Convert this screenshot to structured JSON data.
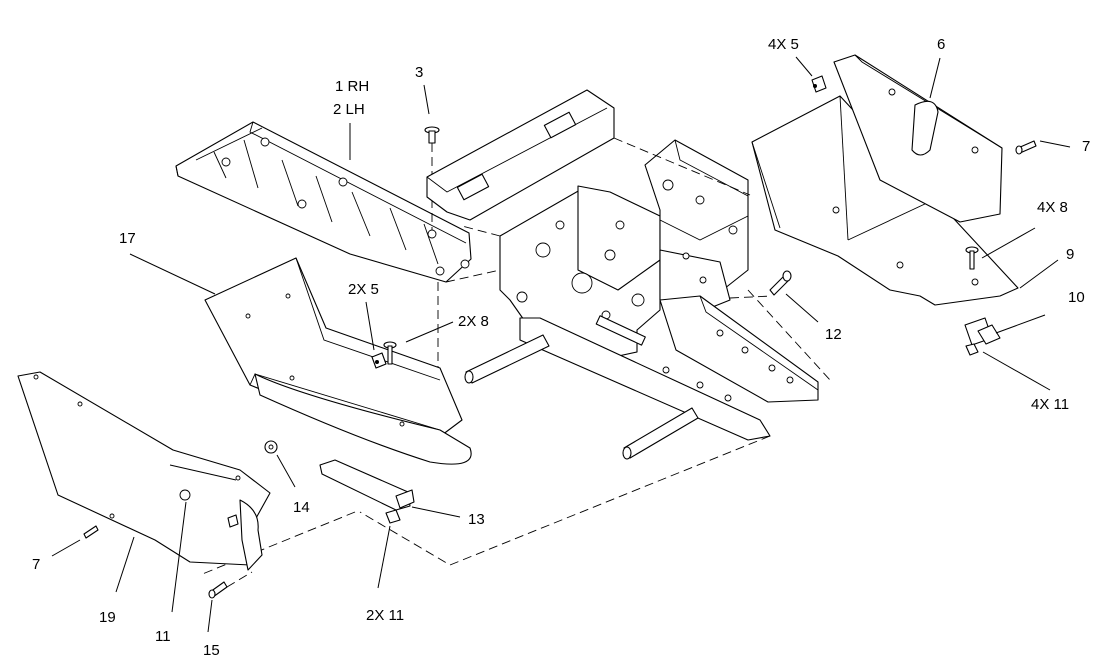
{
  "callouts": {
    "c1rh": "1 RH",
    "c2lh": "2 LH",
    "c3": "3",
    "c4x5_top": "4X 5",
    "c6": "6",
    "c7_right": "7",
    "c4x8": "4X 8",
    "c9": "9",
    "c10": "10",
    "c4x11": "4X 11",
    "c12": "12",
    "c17": "17",
    "c2x5": "2X 5",
    "c2x8": "2X 8",
    "c14": "14",
    "c13": "13",
    "c7_left": "7",
    "c19": "19",
    "c11": "11",
    "c15": "15",
    "c2x11": "2X 11"
  }
}
